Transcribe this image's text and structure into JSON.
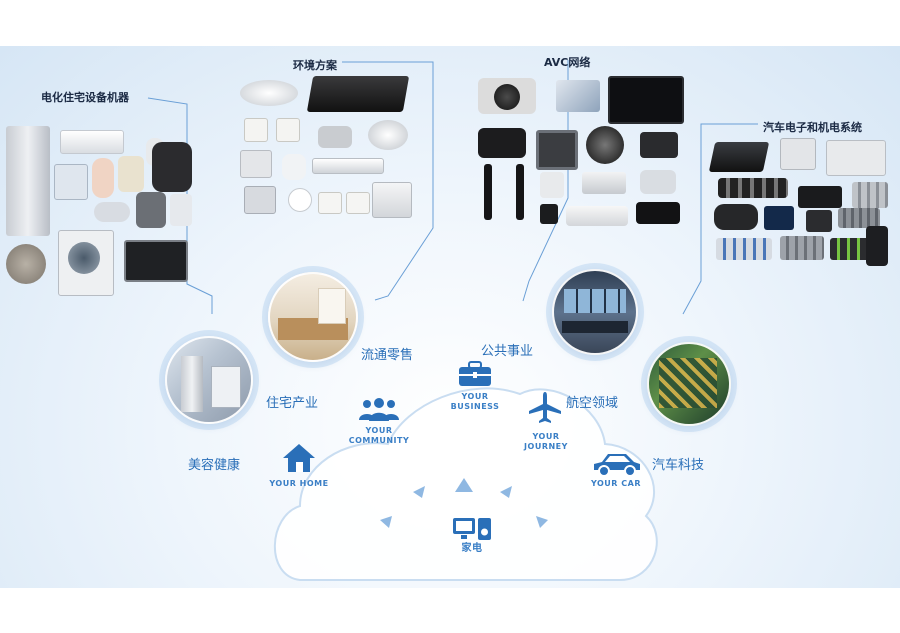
{
  "product_groups": {
    "home_appliances": "电化住宅设备机器",
    "environment": "环境方案",
    "avc": "AVC网络",
    "automotive": "汽车电子和机电系统"
  },
  "business_areas": {
    "housing": "住宅产业",
    "retail": "流通零售",
    "public": "公共事业",
    "aviation": "航空领域",
    "automotive_tech": "汽车科技",
    "beauty": "美容健康"
  },
  "captions": {
    "home": "YOUR HOME",
    "community": "YOUR\nCOMMUNITY",
    "business": "YOUR\nBUSINESS",
    "journey": "YOUR\nJOURNEY",
    "car": "YOUR CAR",
    "appliances": "家电"
  },
  "colors": {
    "accent_blue": "#2a6fb8",
    "connector_line": "#6a9fd6",
    "label_dark": "#1b2a44"
  },
  "icons": [
    "house-icon",
    "people-icon",
    "briefcase-icon",
    "airplane-icon",
    "car-icon",
    "tv-appliance-icon",
    "arrow-icon"
  ]
}
